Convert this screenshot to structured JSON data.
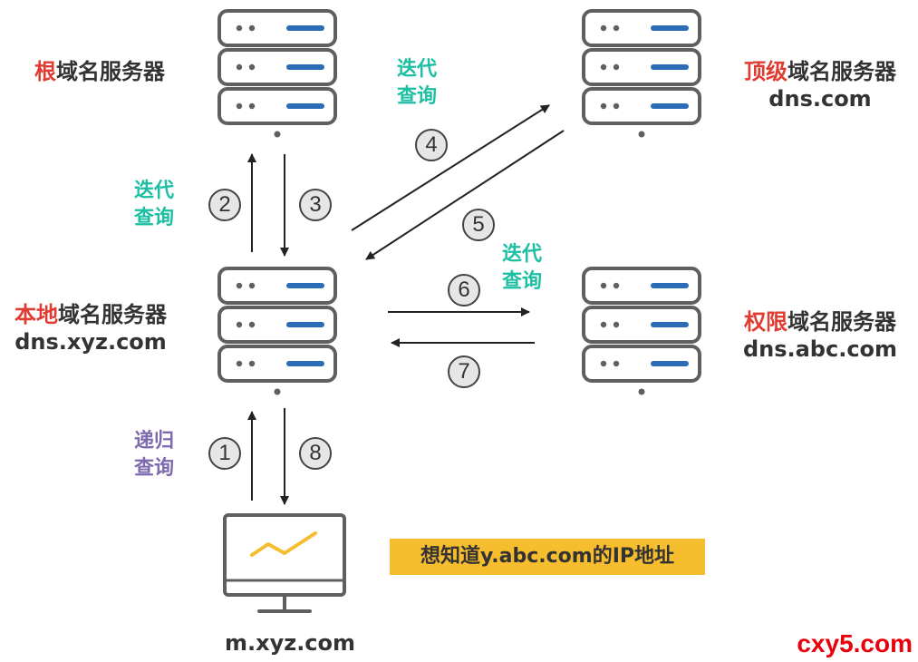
{
  "servers": {
    "root": {
      "highlight": "根",
      "rest": "域名服务器"
    },
    "tld": {
      "highlight": "顶级",
      "rest": "域名服务器",
      "host": "dns.com"
    },
    "local": {
      "highlight": "本地",
      "rest": "域名服务器",
      "host": "dns.xyz.com"
    },
    "authoritative": {
      "highlight": "权限",
      "rest": "域名服务器",
      "host": "dns.abc.com"
    }
  },
  "queries": {
    "iterative_line1": "迭代",
    "iterative_line2": "查询",
    "recursive_line1": "递归",
    "recursive_line2": "查询"
  },
  "steps": [
    "1",
    "2",
    "3",
    "4",
    "5",
    "6",
    "7",
    "8"
  ],
  "client": {
    "host": "m.xyz.com"
  },
  "note": "想知道y.abc.com的IP地址",
  "watermark": "cxy5.com",
  "colors": {
    "highlight": "#e03c31",
    "iterative": "#1dbfa3",
    "recursive": "#7e6aae",
    "server_outline": "#5f5f5f",
    "server_bar": "#2a6db5",
    "note_bg": "#f6bd2e",
    "watermark": "#e8000b"
  }
}
